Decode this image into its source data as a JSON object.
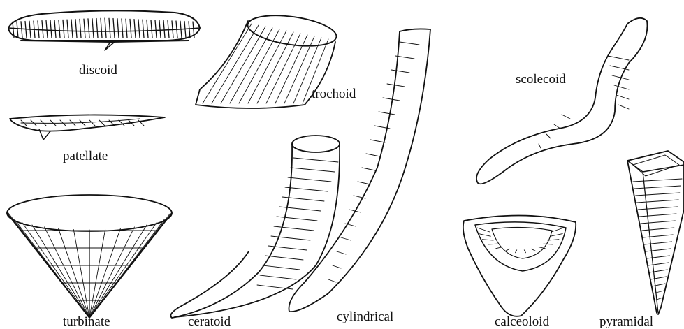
{
  "figure": {
    "ink_color": "#111111",
    "background": "#ffffff",
    "forms": [
      {
        "id": "discoid",
        "label": "discoid"
      },
      {
        "id": "patellate",
        "label": "patellate"
      },
      {
        "id": "turbinate",
        "label": "turbinate"
      },
      {
        "id": "trochoid",
        "label": "trochoid"
      },
      {
        "id": "ceratoid",
        "label": "ceratoid"
      },
      {
        "id": "cylindrical",
        "label": "cylindrical"
      },
      {
        "id": "scolecoid",
        "label": "scolecoid"
      },
      {
        "id": "calceoloid",
        "label": "calceoloid"
      },
      {
        "id": "pyramidal",
        "label": "pyramidal"
      }
    ]
  }
}
